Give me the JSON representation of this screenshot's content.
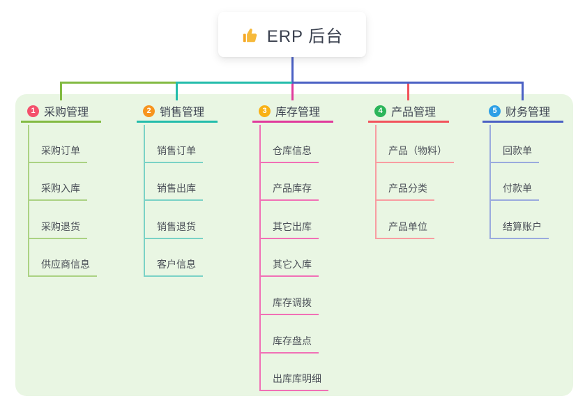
{
  "root": {
    "label": "ERP 后台",
    "icon": "thumbs-up-icon",
    "line_color": "#4a60c4",
    "background": "#ffffff"
  },
  "panel": {
    "background": "#e9f6e3"
  },
  "branches": [
    {
      "index": "1",
      "label": "采购管理",
      "badge_color": "#f4516c",
      "color": "#82ba42",
      "sub_color": "#abd283",
      "items": [
        "采购订单",
        "采购入库",
        "采购退货",
        "供应商信息"
      ]
    },
    {
      "index": "2",
      "label": "销售管理",
      "badge_color": "#f7941e",
      "color": "#23bcab",
      "sub_color": "#7ad2c6",
      "items": [
        "销售订单",
        "销售出库",
        "销售退货",
        "客户信息"
      ]
    },
    {
      "index": "3",
      "label": "库存管理",
      "badge_color": "#f9b115",
      "color": "#e03a9c",
      "sub_color": "#f170b6",
      "items": [
        "仓库信息",
        "产品库存",
        "其它出库",
        "其它入库",
        "库存调拨",
        "库存盘点",
        "出库库明细"
      ]
    },
    {
      "index": "4",
      "label": "产品管理",
      "badge_color": "#2bb55a",
      "color": "#f2535c",
      "sub_color": "#f89da1",
      "items": [
        "产品（物料）",
        "产品分类",
        "产品单位"
      ]
    },
    {
      "index": "5",
      "label": "财务管理",
      "badge_color": "#2d9fe6",
      "color": "#4a60c4",
      "sub_color": "#9aaade",
      "items": [
        "回款单",
        "付款单",
        "结算账户"
      ]
    }
  ]
}
